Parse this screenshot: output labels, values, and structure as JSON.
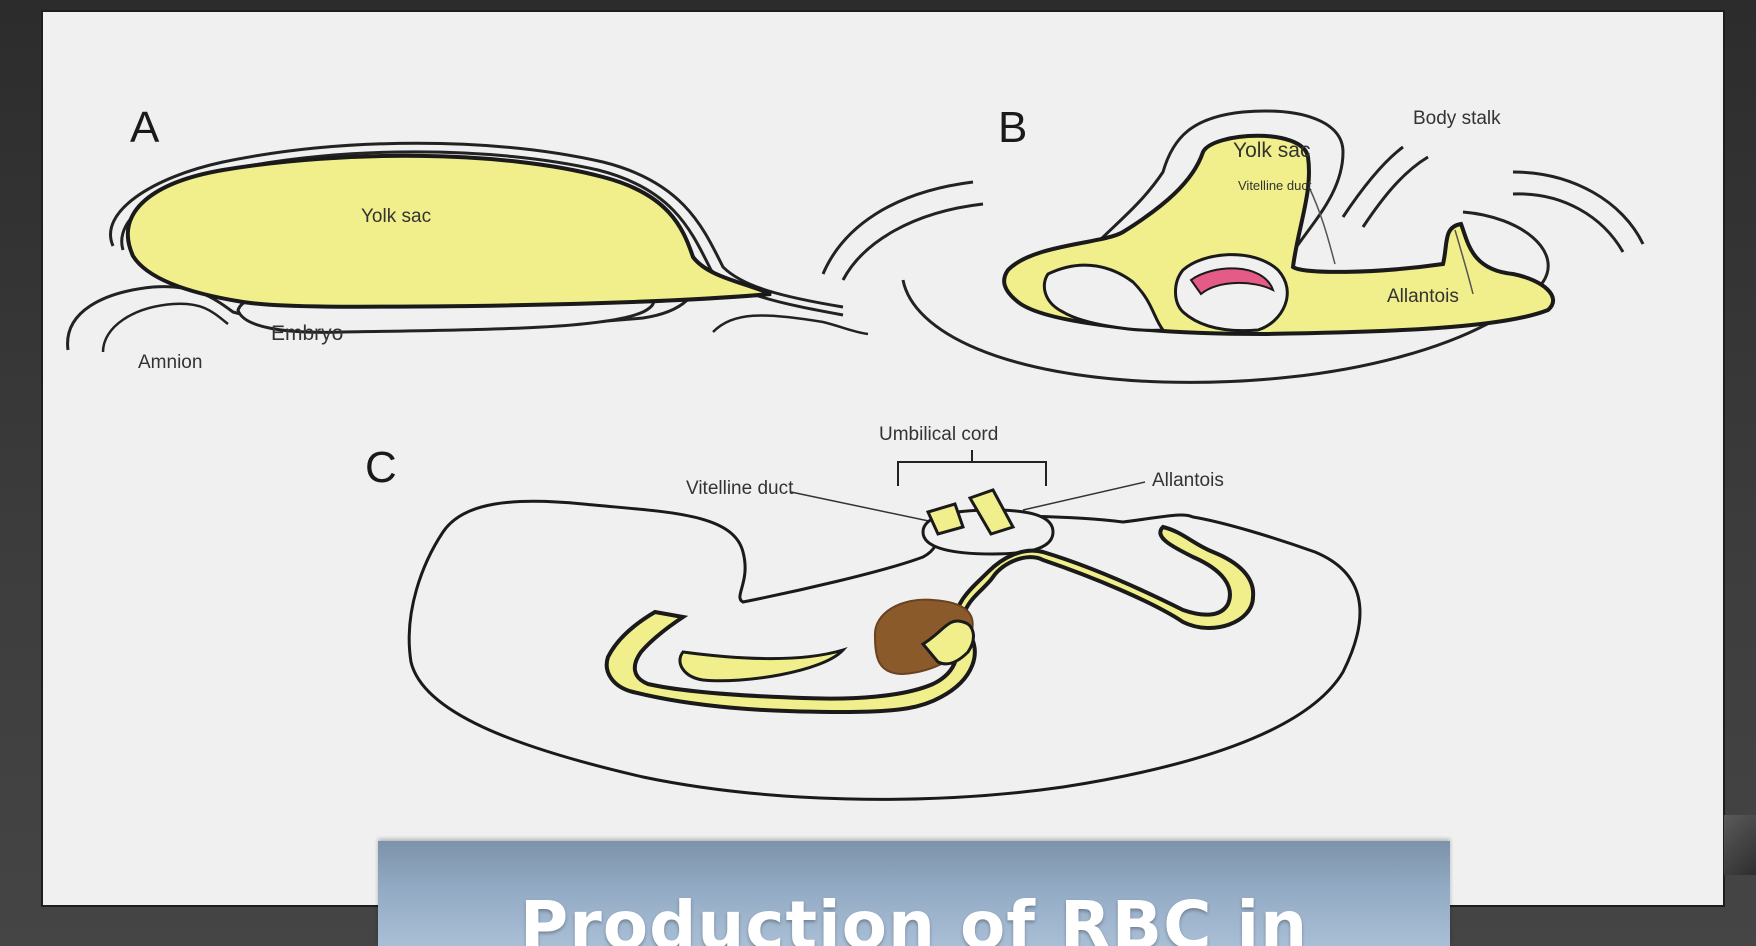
{
  "diagram": {
    "panel_a": {
      "letter": "A",
      "yolk_sac": "Yolk sac",
      "embryo": "Embryo",
      "amnion": "Amnion"
    },
    "panel_b": {
      "letter": "B",
      "yolk_sac": "Yolk sac",
      "vitelline_duct": "Vitelline duct",
      "body_stalk": "Body stalk",
      "allantois": "Allantois"
    },
    "panel_c": {
      "letter": "C",
      "umbilical_cord": "Umbilical cord",
      "vitelline_duct": "Vitelline duct",
      "allantois": "Allantois"
    },
    "colors": {
      "yolk": "#f0ef8c",
      "heart": "#e35b86",
      "liver": "#8b5a2b",
      "background": "#f0f0f0",
      "banner": "#93aac4"
    }
  },
  "banner": {
    "title": "Production of RBC in"
  }
}
